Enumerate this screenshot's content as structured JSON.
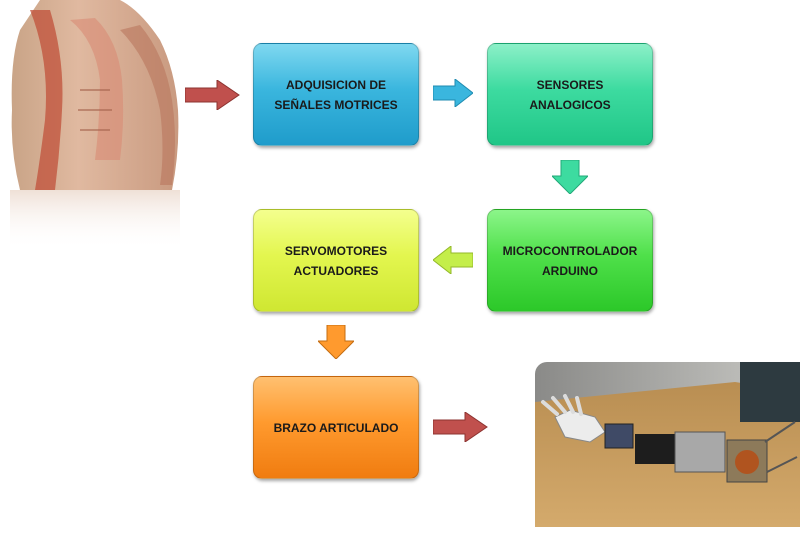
{
  "diagram": {
    "nodes": {
      "adquisicion": "ADQUISICION DE SEÑALES MOTRICES",
      "sensores": "SENSORES ANALOGICOS",
      "micro": "MICROCONTROLADOR ARDUINO",
      "servo": "SERVOMOTORES ACTUADORES",
      "brazo": "BRAZO ARTICULADO"
    },
    "colors": {
      "blue": "#3ab6de",
      "teal": "#3ddba0",
      "green": "#4fe04a",
      "lime": "#e3f64f",
      "orange": "#ff9a2e",
      "red_arrow": "#c0504d"
    },
    "images": {
      "left": "human-torso-muscles",
      "right": "robotic-arm-on-table"
    }
  }
}
